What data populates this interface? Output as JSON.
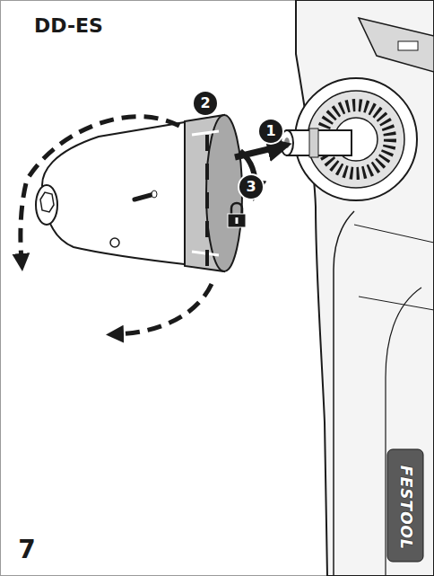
{
  "diagram": {
    "title": "DD-ES",
    "labels": [
      "1",
      "2",
      "3",
      "FESTOOL",
      "7"
    ]
  }
}
